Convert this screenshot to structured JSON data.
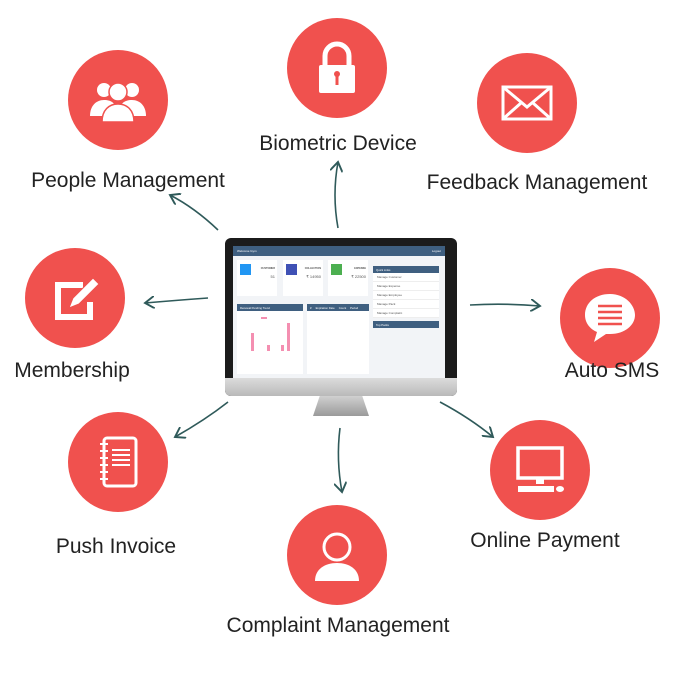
{
  "features": [
    {
      "id": "biometric",
      "label": "Biometric Device",
      "icon": "lock-icon"
    },
    {
      "id": "feedback",
      "label": "Feedback Management",
      "icon": "envelope-icon"
    },
    {
      "id": "sms",
      "label": "Auto SMS",
      "icon": "speech-bubble-icon"
    },
    {
      "id": "payment",
      "label": "Online Payment",
      "icon": "computer-icon"
    },
    {
      "id": "complaint",
      "label": "Complaint Management",
      "icon": "person-icon"
    },
    {
      "id": "invoice",
      "label": "Push Invoice",
      "icon": "notebook-icon"
    },
    {
      "id": "membership",
      "label": "Membership",
      "icon": "pencil-note-icon"
    },
    {
      "id": "people",
      "label": "People Management",
      "icon": "people-icon"
    }
  ],
  "dashboard": {
    "title": "Welcome Gym",
    "logout": "Logout",
    "cards": [
      {
        "title": "CUSTOMER",
        "value": "51",
        "color": "#2196f3"
      },
      {
        "title": "COLLECTION",
        "value": "₹ 14950",
        "color": "#3f51b5"
      },
      {
        "title": "EXPENSE",
        "value": "₹ 22500",
        "color": "#4caf50"
      }
    ],
    "chart_title": "Renewal Pending Trend",
    "table_headers": [
      "#",
      "Expiration Date",
      "Count",
      "Period"
    ],
    "quick_links_title": "Quick Links",
    "quick_links": [
      "Manage Customer",
      "Manage Expense",
      "Manage Employee",
      "Manage Pack",
      "Manage Complaint"
    ],
    "top_packs_title": "Top Packs"
  },
  "colors": {
    "accent": "#f0514e",
    "arrow": "#2f5a5a"
  }
}
